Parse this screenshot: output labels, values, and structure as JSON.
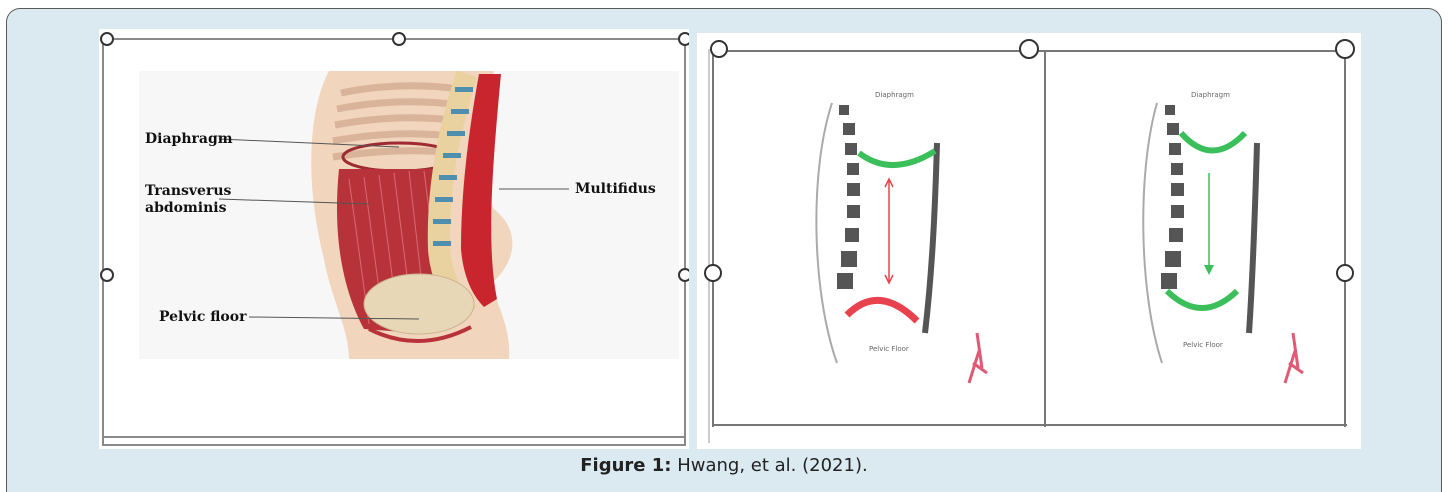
{
  "figure": {
    "caption_label": "Figure 1:",
    "caption_text": " Hwang, et al. (2021)."
  },
  "left_panel": {
    "labels": {
      "diaphragm": "Diaphragm",
      "transversus_line1": "Transverus",
      "transversus_line2": "abdominis",
      "multifidus": "Multifidus",
      "pelvic_floor": "Pelvic floor"
    }
  },
  "right_panel": {
    "left_diagram": {
      "top_label": "Diaphragm",
      "bottom_label": "Pelvic Floor"
    },
    "right_diagram": {
      "top_label": "Diaphragm",
      "bottom_label": "Pelvic Floor"
    }
  },
  "colors": {
    "background": "#dbeaf1",
    "muscle_red": "#b8323a",
    "diagram_green": "#3bbf5a",
    "diagram_red": "#e8424e"
  }
}
